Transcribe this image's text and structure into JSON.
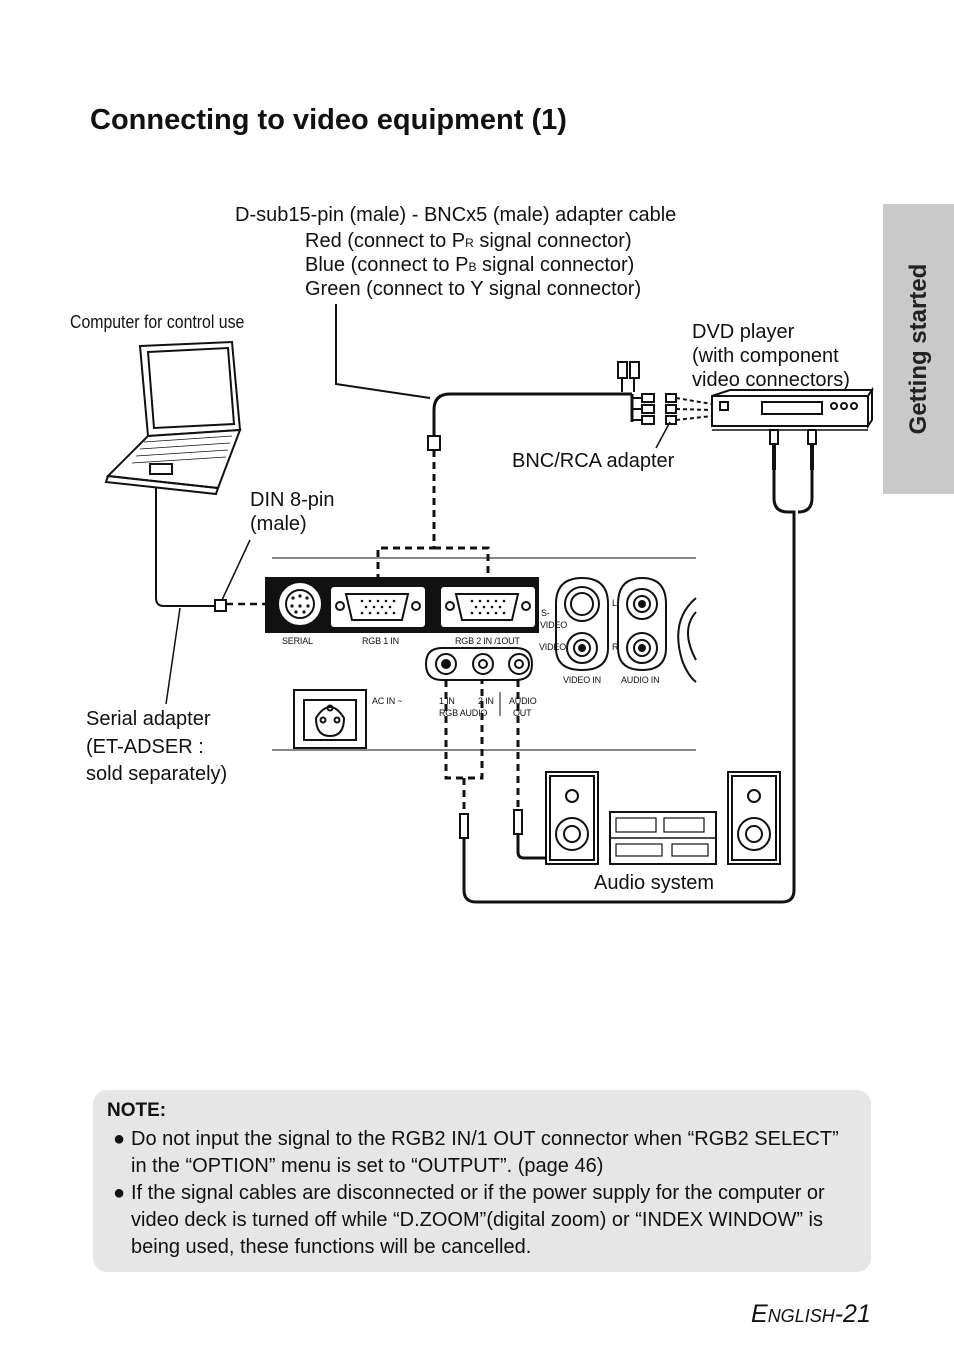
{
  "page": {
    "title": "Connecting to video equipment (1)",
    "side_tab": "Getting started",
    "page_number_prefix": "E",
    "page_number_smallcaps": "NGLISH",
    "page_number_suffix": "-21"
  },
  "diagram": {
    "cable_label": "D-sub15-pin (male) - BNCx5 (male) adapter cable",
    "red_a": "Red (connect to P",
    "red_sub": "R",
    "red_b": " signal connector)",
    "blue_a": "Blue (connect to P",
    "blue_sub": "B",
    "blue_b": " signal connector)",
    "green": "Green (connect to Y signal connector)",
    "computer": "Computer for control use",
    "dvd_1": "DVD player",
    "dvd_2": "(with component",
    "dvd_3": "video connectors)",
    "bnc_rca": "BNC/RCA adapter",
    "din_1": "DIN 8-pin",
    "din_2": "(male)",
    "serial_1": "Serial adapter",
    "serial_2": "(ET-ADSER :",
    "serial_3": "sold separately)",
    "audio_system": "Audio system",
    "panel": {
      "serial": "SERIAL",
      "rgb1in": "RGB 1 IN",
      "rgb2in": "RGB 2 IN /1OUT",
      "s_video_1": "S-",
      "s_video_2": "VIDEO",
      "video": "VIDEO",
      "l": "L",
      "r": "R",
      "video_in": "VIDEO IN",
      "audio_in": "AUDIO IN",
      "ac_in": "AC IN ~",
      "in1": "1 IN",
      "in2": "2 IN",
      "rgb_audio": "RGB AUDIO",
      "audio": "AUDIO",
      "out": "OUT"
    }
  },
  "note": {
    "title": "NOTE:",
    "bullet": "●",
    "item1": "Do not input the signal to the RGB2 IN/1 OUT connector when “RGB2 SELECT” in the “OPTION” menu is set to “OUTPUT”. (page 46)",
    "item2": "If the signal cables are disconnected or if the power supply for the computer or video deck is turned off while “D.ZOOM”(digital zoom) or “INDEX WINDOW” is being used, these functions will be cancelled."
  }
}
